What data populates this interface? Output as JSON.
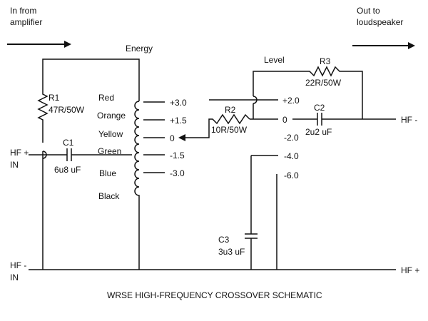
{
  "header": {
    "in_from_line1": "In from",
    "in_from_line2": "amplifier",
    "out_to_line1": "Out to",
    "out_to_line2": "loudspeaker"
  },
  "energy_label": "Energy",
  "level_label": "Level",
  "components": {
    "r1": {
      "name": "R1",
      "value": "47R/50W"
    },
    "r2": {
      "name": "R2",
      "value": "10R/50W"
    },
    "r3": {
      "name": "R3",
      "value": "22R/50W"
    },
    "c1": {
      "name": "C1",
      "value": "6u8 uF"
    },
    "c2": {
      "name": "C2",
      "value": "2u2 uF"
    },
    "c3": {
      "name": "C3",
      "value": "3u3 uF"
    }
  },
  "energy_taps": [
    {
      "color_name": "Red",
      "color": "#d62020",
      "value": "+3.0"
    },
    {
      "color_name": "Orange",
      "color": "#ee7a10",
      "value": "+1.5"
    },
    {
      "color_name": "Yellow",
      "color": "#e8e000",
      "value": "0"
    },
    {
      "color_name": "Green",
      "color": "#1f8a1f",
      "value": "-1.5"
    },
    {
      "color_name": "Blue",
      "color": "#1a3fd0",
      "value": "-3.0"
    },
    {
      "color_name": "Black",
      "color": "#111111",
      "value": ""
    }
  ],
  "level_taps": [
    "+2.0",
    "0",
    "-2.0",
    "-4.0",
    "-6.0"
  ],
  "terminals": {
    "hf_plus_in_line1": "HF +",
    "hf_plus_in_line2": "IN",
    "hf_minus_in_line1": "HF -",
    "hf_minus_in_line2": "IN",
    "hf_minus_out": "HF -",
    "hf_plus_out": "HF +"
  },
  "caption": "WRSE HIGH-FREQUENCY CROSSOVER SCHEMATIC"
}
